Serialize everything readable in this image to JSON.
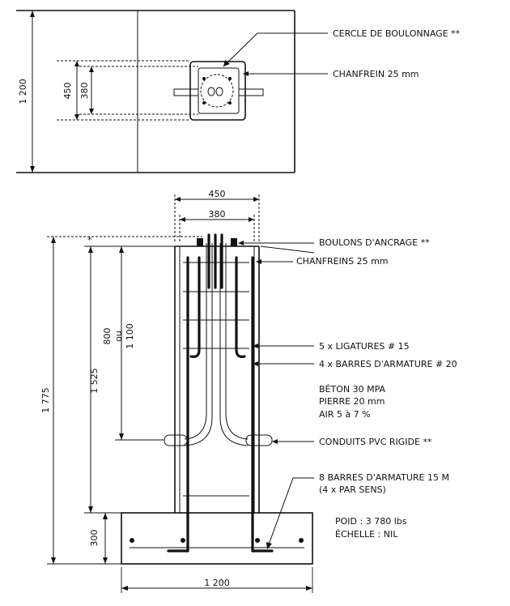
{
  "plan_view": {
    "dims": {
      "overall": "1 200",
      "outer": "450",
      "inner": "380"
    },
    "labels": {
      "bolt_circle": "CERCLE DE BOULONNAGE **",
      "chamfer": "CHANFREIN 25 mm"
    }
  },
  "elevation_view": {
    "dims": {
      "top_outer": "450",
      "top_inner": "380",
      "total_height": "1 775",
      "pier_height": "1 525",
      "embed_line1": "800",
      "embed_line2": "ou",
      "embed_line3": "1 100",
      "footing_height": "300",
      "footing_width": "1 200",
      "star_mark": "*"
    },
    "labels": {
      "anchor_bolts": "BOULONS D'ANCRAGE **",
      "chamfers": "CHANFREINS 25 mm",
      "ties": "5 x LIGATURES # 15",
      "bars": "4 x BARRES D'ARMATURE # 20",
      "concrete_line1": "BÉTON 30 MPA",
      "concrete_line2": "PIERRE 20 mm",
      "concrete_line3": "AIR 5 à 7 %",
      "conduits": "CONDUITS PVC RIGIDE **",
      "footing_bars_line1": "8 BARRES D'ARMATURE 15 M",
      "footing_bars_line2": "(4 x PAR SENS)",
      "weight": "POID : 3 780 lbs",
      "scale": "ÉCHELLE : NIL"
    }
  }
}
